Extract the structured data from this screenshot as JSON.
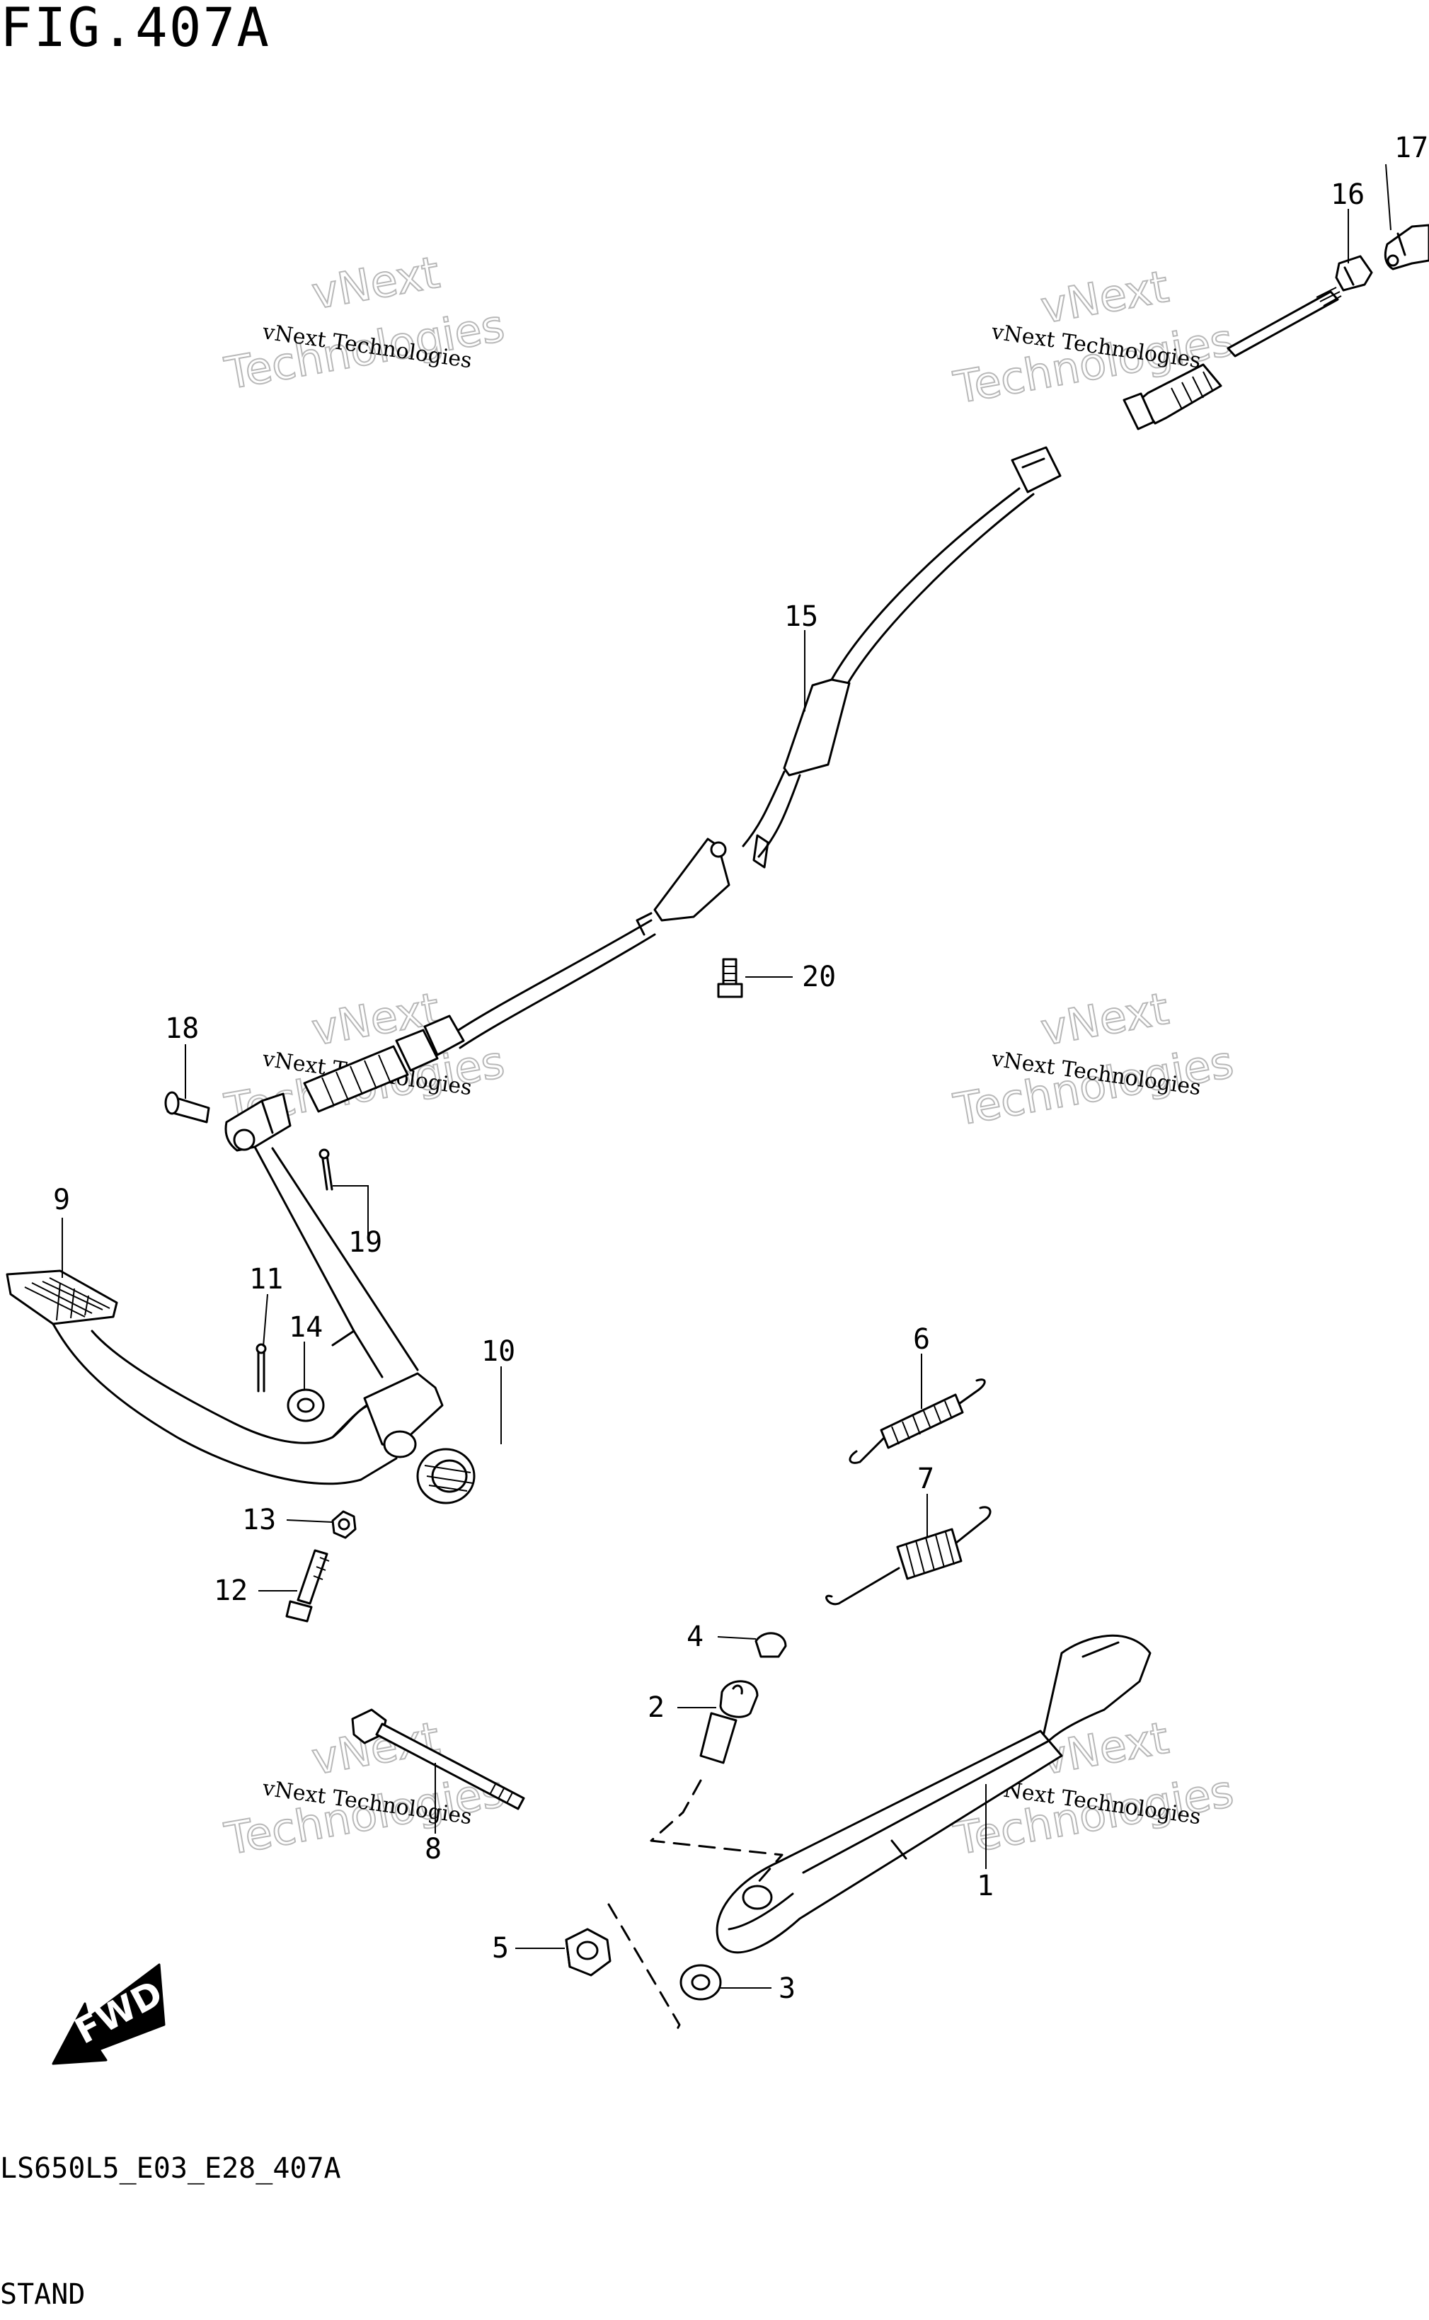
{
  "figure": {
    "title": "FIG.407A"
  },
  "footer": {
    "code": "LS650L5_E03_E28_407A",
    "name": "STAND"
  },
  "watermark": {
    "line1": "vNext Technologies",
    "line2": "vNext",
    "line3": "Technologies"
  },
  "direction_badge": {
    "label": "FWD"
  },
  "callouts": {
    "c1": "1",
    "c2": "2",
    "c3": "3",
    "c4": "4",
    "c5": "5",
    "c6": "6",
    "c7": "7",
    "c8": "8",
    "c9": "9",
    "c10": "10",
    "c11": "11",
    "c12": "12",
    "c13": "13",
    "c14": "14",
    "c15": "15",
    "c16": "16",
    "c17": "17",
    "c18": "18",
    "c19": "19",
    "c20": "20"
  }
}
